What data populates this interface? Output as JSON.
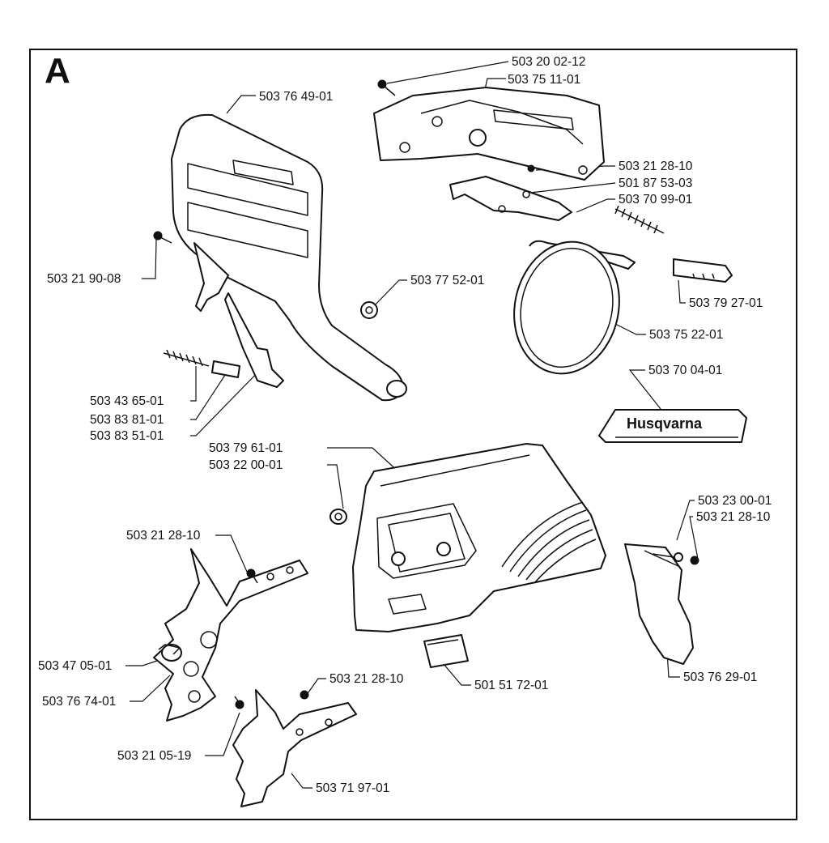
{
  "section_letter": "A",
  "brand_text": "Husqvarna",
  "labels": [
    "503 20 02-12",
    "503 75 11-01",
    "503 76 49-01",
    "503 21 28-10",
    "501 87 53-03",
    "503 70 99-01",
    "503 21 90-08",
    "503 77 52-01",
    "503 79 27-01",
    "503 75 22-01",
    "503 70 04-01",
    "503 43 65-01",
    "503 83 81-01",
    "503 83 51-01",
    "503 79 61-01",
    "503 22 00-01",
    "503 23 00-01",
    "503 21 28-10",
    "503 21 28-10",
    "503 47 05-01",
    "503 76 74-01",
    "503 21 28-10",
    "501 51 72-01",
    "503 76 29-01",
    "503 21 05-19",
    "503 71 97-01"
  ]
}
